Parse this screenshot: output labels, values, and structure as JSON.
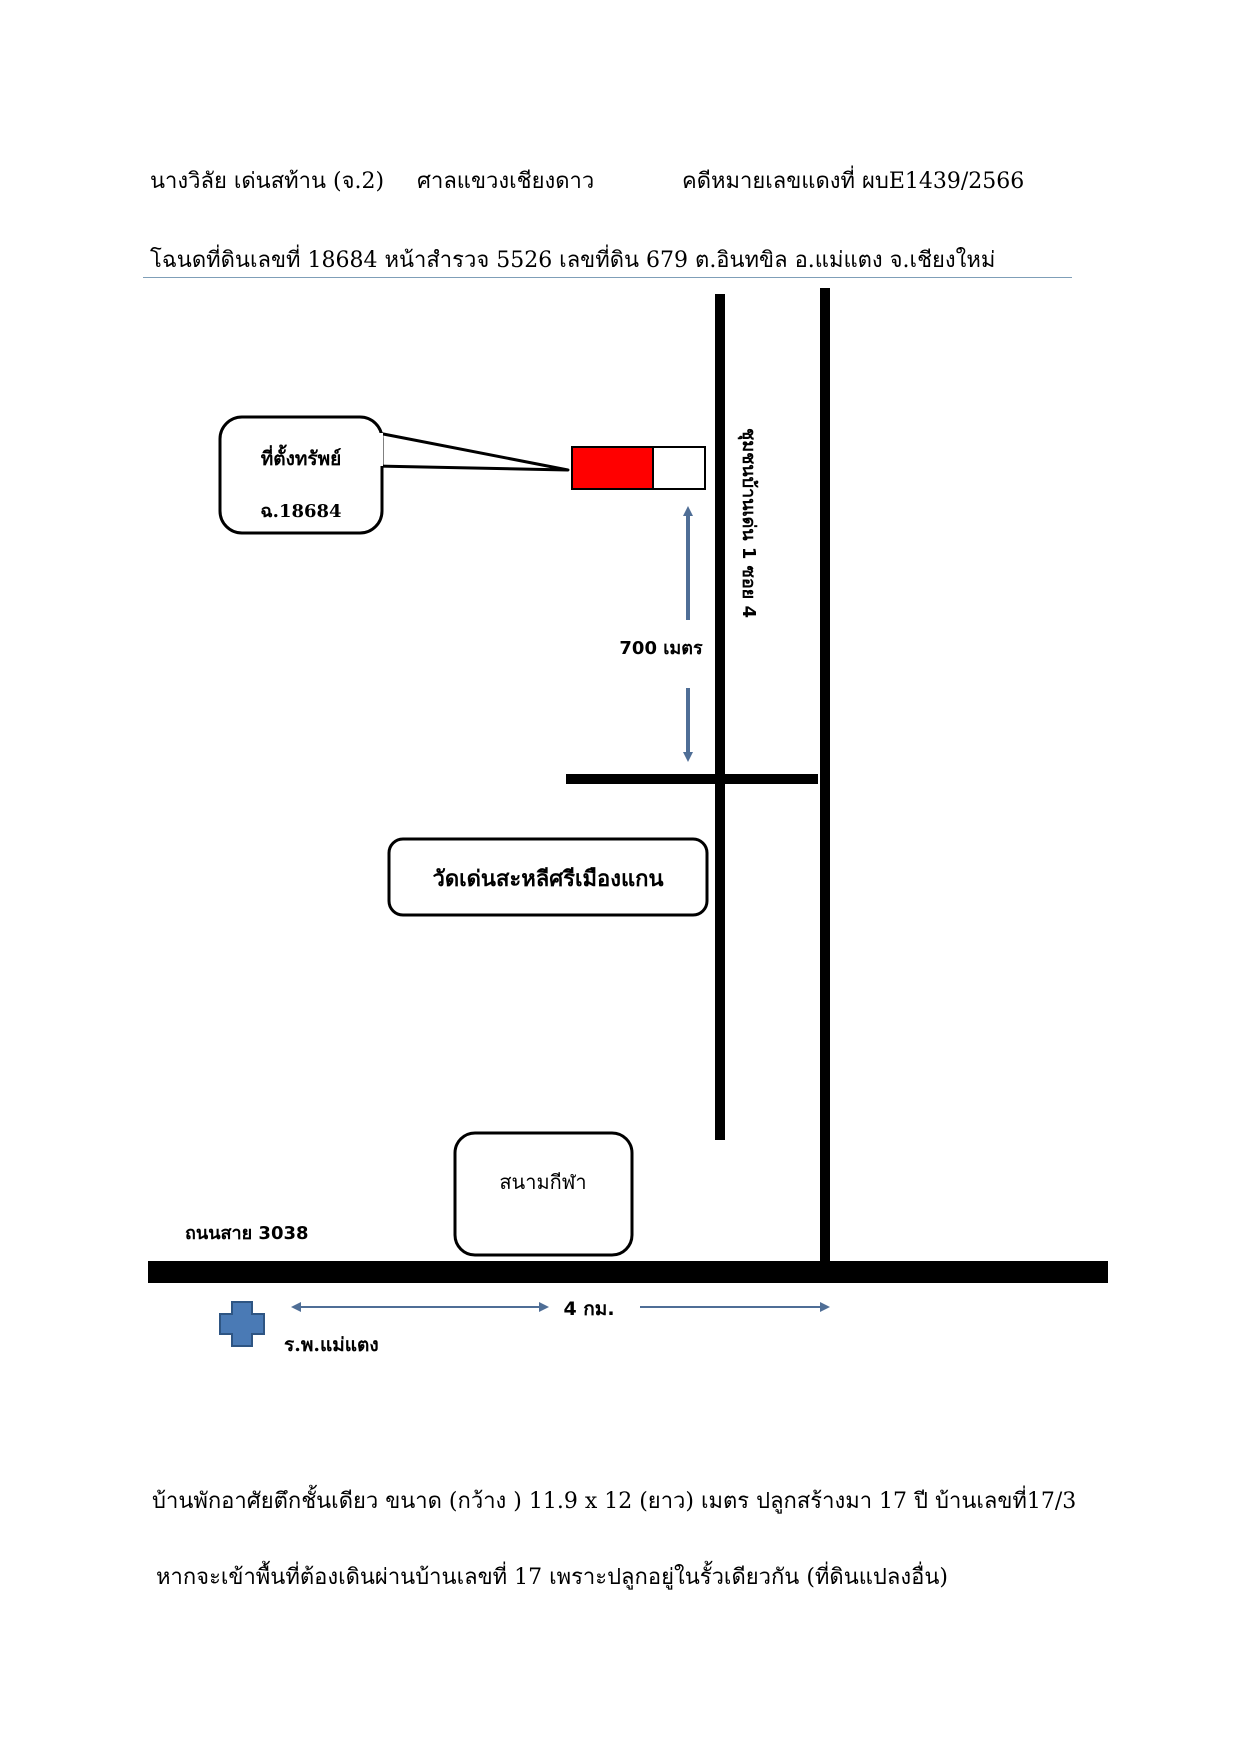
{
  "header": {
    "line1": {
      "defendant": "นางวิลัย  เด่นสท้าน (จ.2)",
      "court": "ศาลแขวงเชียงดาว",
      "case_no": "คดีหมายเลขแดงที่ ผบE1439/2566"
    },
    "line2": "โฉนดที่ดินเลขที่ 18684 หน้าสำรวจ  5526 เลขที่ดิน 679 ต.อินทขิล อ.แม่แตง จ.เชียงใหม่"
  },
  "map": {
    "property_callout": {
      "line1": "ที่ตั้งทรัพย์",
      "line2": "ฉ.18684"
    },
    "lane_label": "ชุมชนบ้านเด่น 1 ซอย 4",
    "distance_700": "700 เมตร",
    "temple_label": "วัดเด่นสะหลีศรีเมืองแกน",
    "stadium_label": "สนามกีฬา",
    "highway_label": "ถนนสาย 3038",
    "distance_4km": "4 กม.",
    "hospital_label": "ร.พ.แม่แตง",
    "colors": {
      "property": "#ff0000",
      "arrow": "#4f6e96",
      "hospital": "#4a7ab5",
      "road": "#000000"
    },
    "icons": [
      "hospital-cross-icon"
    ]
  },
  "footer": {
    "line1": "บ้านพักอาศัยตึกชั้นเดียว ขนาด (กว้าง ) 11.9 x 12  (ยาว) เมตร ปลูกสร้างมา 17 ปี บ้านเลขที่17/3",
    "line2": "หากจะเข้าพื้นที่ต้องเดินผ่านบ้านเลขที่ 17  เพราะปลูกอยู่ในรั้วเดียวกัน (ที่ดินแปลงอื่น)"
  }
}
